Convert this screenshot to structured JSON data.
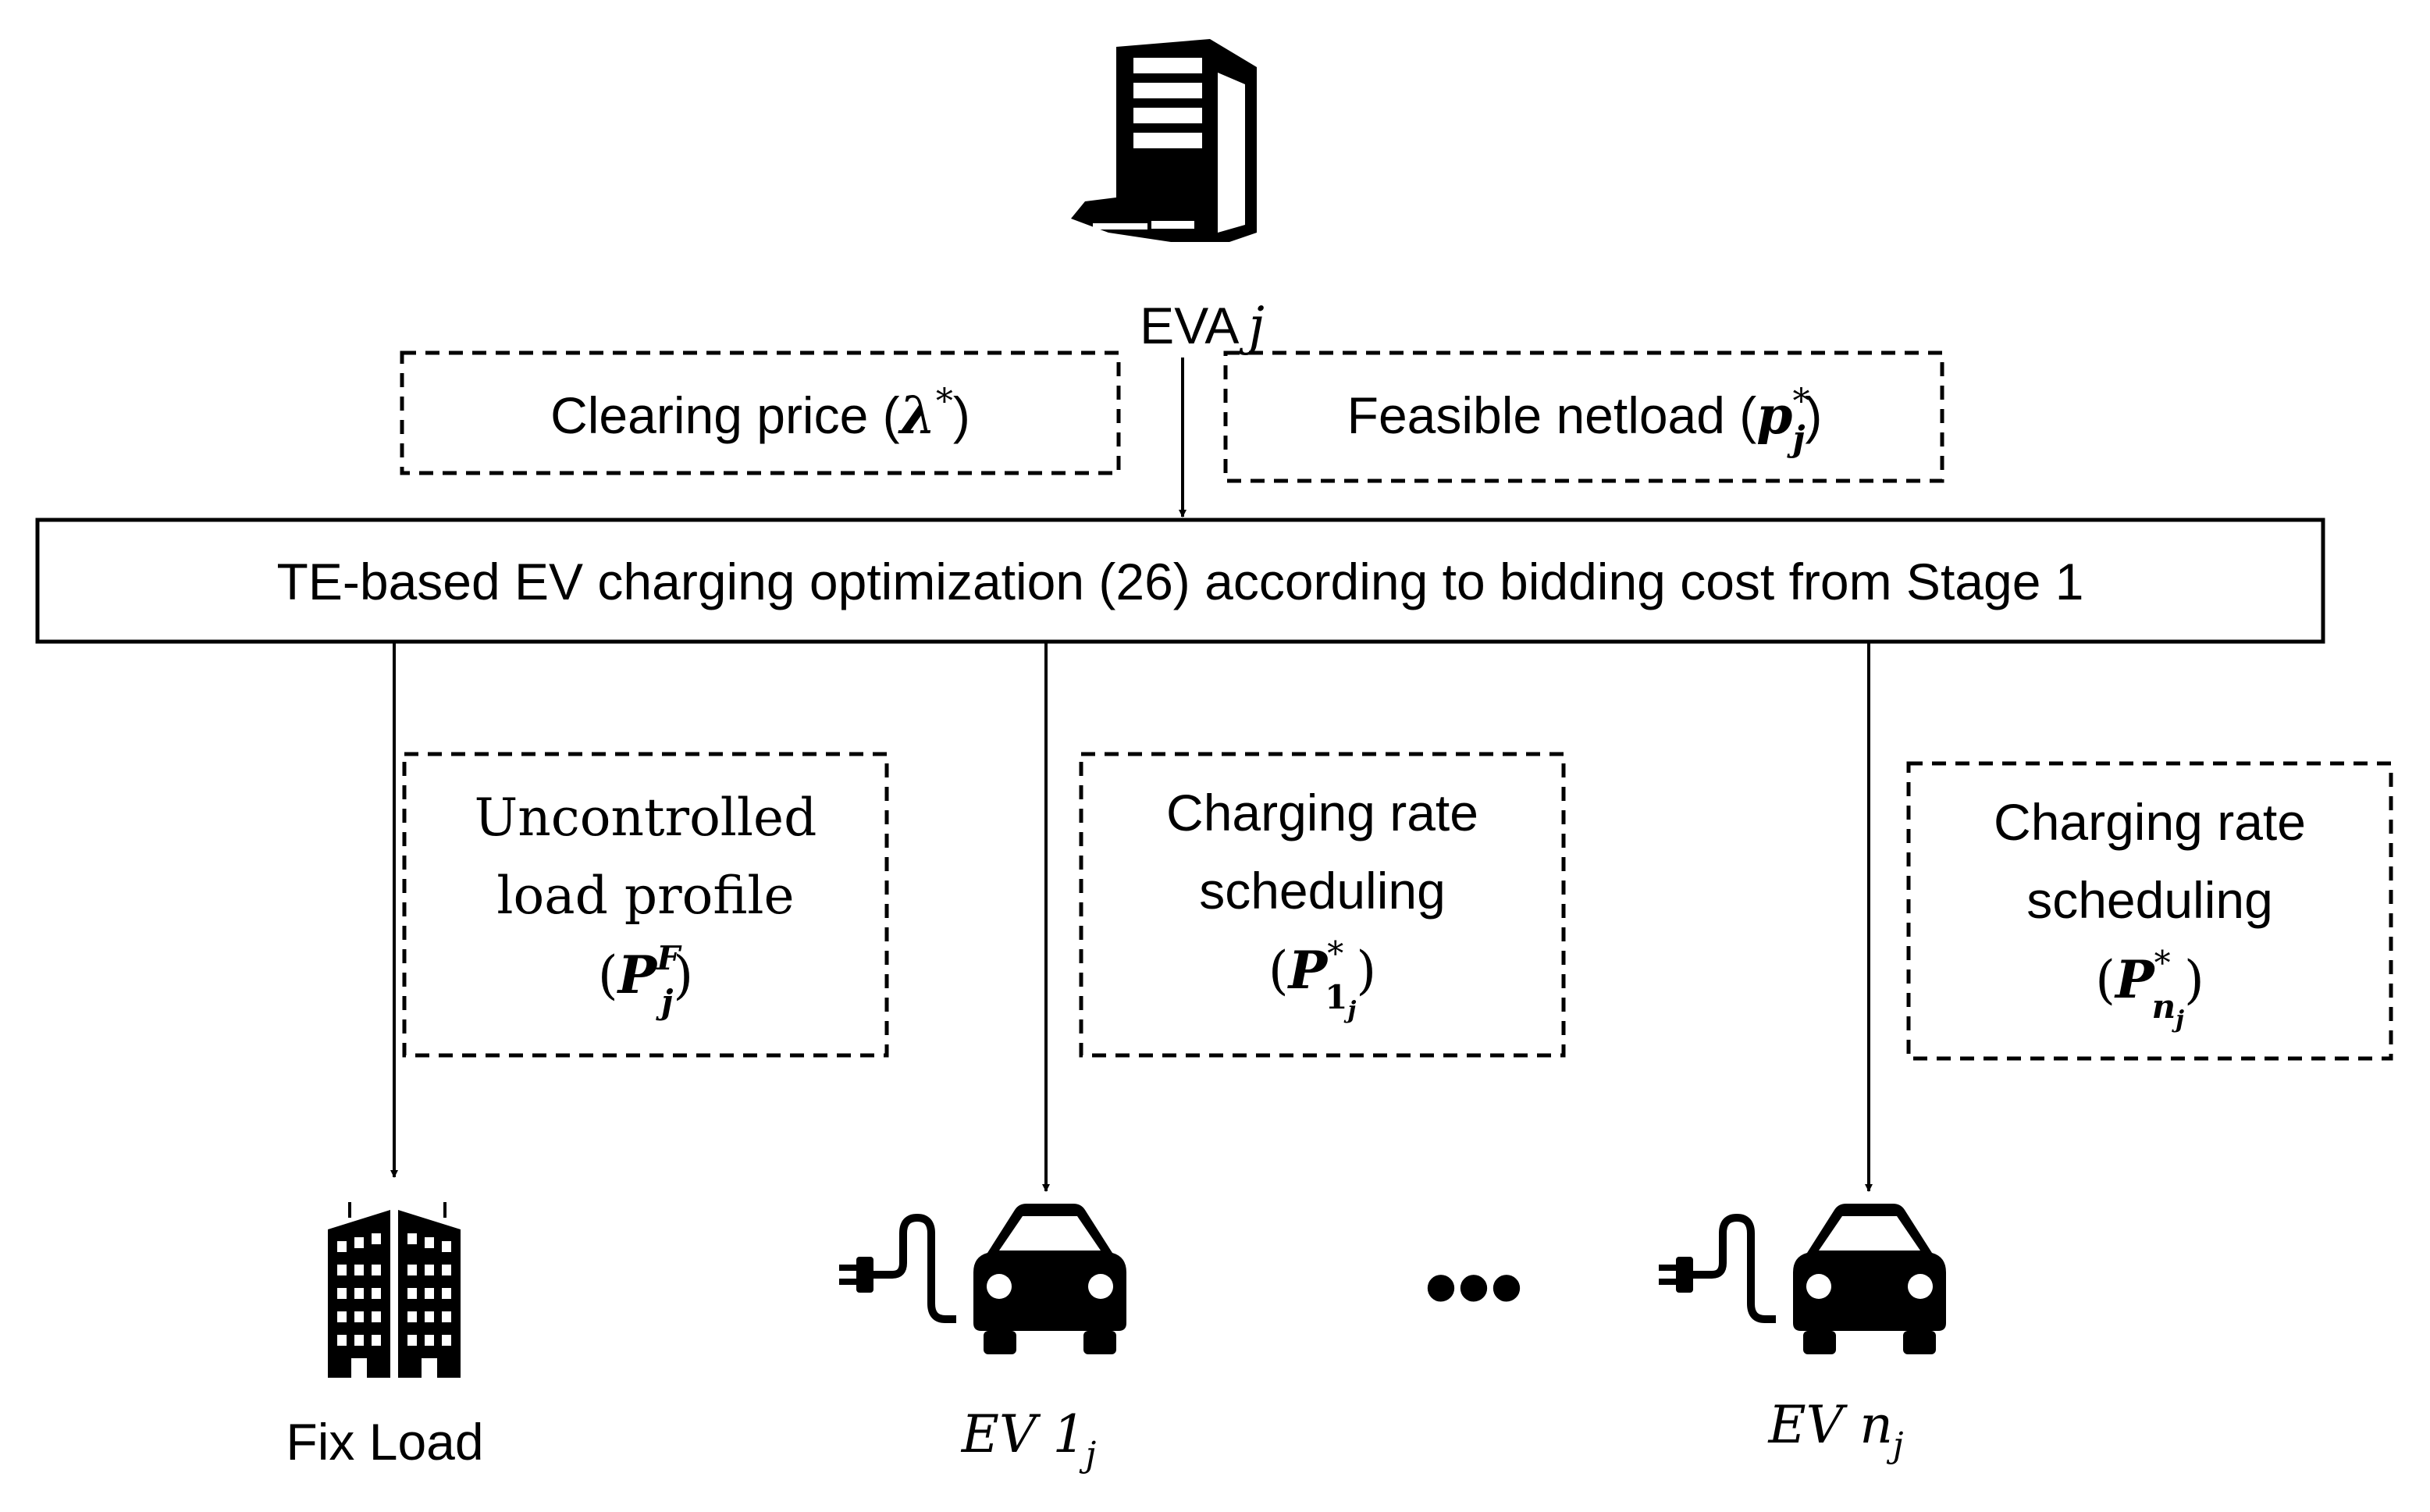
{
  "server": {
    "label": "EVA",
    "index": "j"
  },
  "inputs": {
    "clearing_price": {
      "text": "Clearing price (",
      "symbol": "λ",
      "sup": "*",
      "close": ")"
    },
    "feasible_netload": {
      "text": "Feasible netload (",
      "symbol": "p",
      "sup": "*",
      "sub": "j",
      "close": ")"
    }
  },
  "optimization_box": {
    "text": "TE-based EV charging optimization (26) according to bidding cost from Stage 1"
  },
  "outputs": [
    {
      "line1": "Uncontrolled",
      "line2": "load profile",
      "symbol": "P",
      "sup": "F",
      "sub": "j"
    },
    {
      "line1": "Charging rate",
      "line2": "scheduling",
      "symbol": "P",
      "sup": "*",
      "sub": "1",
      "subsub": "j"
    },
    {
      "line1": "Charging rate",
      "line2": "scheduling",
      "symbol": "P",
      "sup": "*",
      "sub": "n",
      "subsub": "j"
    }
  ],
  "loads": [
    {
      "label": "Fix Load"
    },
    {
      "label": "EV 1",
      "sub": "j"
    },
    {
      "label": "EV n",
      "sub": "j"
    }
  ],
  "ellipsis": "•••",
  "icons": [
    "server-icon",
    "building-icon",
    "ev-charging-icon",
    "ev-charging-icon"
  ]
}
